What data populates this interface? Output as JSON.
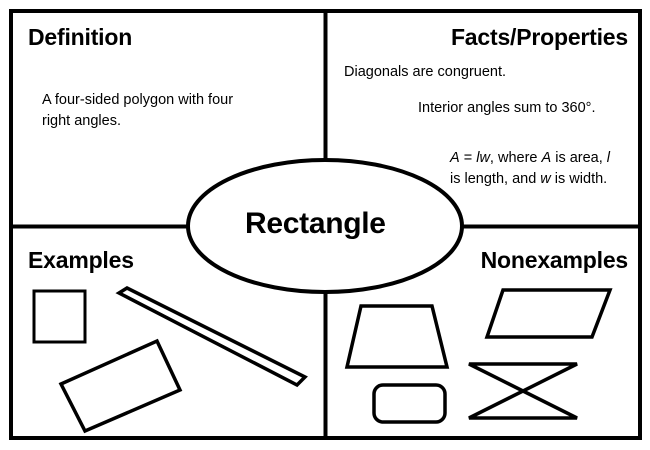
{
  "diagram": {
    "type": "frayer-model",
    "center_term": "Rectangle",
    "quadrants": {
      "definition": {
        "heading": "Definition",
        "text": "A four-sided polygon with four right angles."
      },
      "facts": {
        "heading": "Facts/Properties",
        "items": [
          "Diagonals are congruent.",
          "Interior angles sum to 360°."
        ],
        "formula_prefix": "A",
        "formula_equals": " = ",
        "formula_l": "l",
        "formula_w": "w",
        "formula_tail_1": ", where ",
        "formula_a2": "A",
        "formula_tail_2": " is area, ",
        "formula_l2": "l",
        "formula_tail_3": " is length, and ",
        "formula_w2": "w",
        "formula_tail_4": " is width."
      },
      "examples": {
        "heading": "Examples",
        "shapes": [
          {
            "name": "square",
            "label": "square"
          },
          {
            "name": "thin-rotated-rectangle",
            "label": "thin rotated rectangle"
          },
          {
            "name": "rotated-rectangle",
            "label": "rotated rectangle"
          }
        ]
      },
      "nonexamples": {
        "heading": "Nonexamples",
        "shapes": [
          {
            "name": "trapezoid",
            "label": "trapezoid"
          },
          {
            "name": "rounded-rectangle",
            "label": "rounded rectangle"
          },
          {
            "name": "parallelogram",
            "label": "parallelogram"
          },
          {
            "name": "bowtie",
            "label": "bowtie / crossed quadrilateral"
          }
        ]
      }
    },
    "colors": {
      "stroke": "#000000",
      "background": "#ffffff",
      "text": "#000000"
    }
  }
}
